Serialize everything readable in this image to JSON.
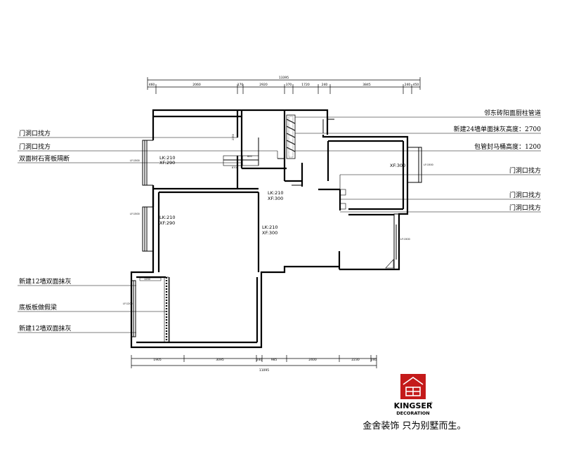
{
  "dimensions": {
    "top_total": "13395",
    "top_segments": [
      "460",
      "2060",
      "170",
      "2920",
      "370",
      "1720",
      "240",
      "3845",
      "240",
      "450"
    ],
    "bottom_total": "11095",
    "bottom_segments": [
      "1905",
      "3095",
      "240",
      "985",
      "2400",
      "2230",
      "240"
    ]
  },
  "annotations_left": [
    "门洞口找方",
    "门洞口找方",
    "双面树石膏板隔断",
    "新建12墙双面抹灰",
    "底板板做假梁",
    "新建12墙双面抹灰"
  ],
  "annotations_right": [
    "邻东砖阳面厨柱管道",
    "新建24墙单面抹灰高度：2700",
    "包管封马桶高度：1200",
    "门洞口找方",
    "门洞口找方",
    "门洞口找方"
  ],
  "room_labels": {
    "r1_lk": "LK:210",
    "r1_xf": "XF:290",
    "r2_lk": "LK:210",
    "r2_xf": "XF:290",
    "r3_xf": "XF:300",
    "hall_lk": "LK:210",
    "hall_xf": "XF:300",
    "liv_lk": "LK:210",
    "liv_xf": "XF:300"
  },
  "small_dims": {
    "bath_v": "2350",
    "bath_a": "870",
    "bath_b": "600",
    "win_left1": "LF:1500",
    "win_left2": "LF:1500",
    "win_left3": "LF:1200",
    "win_right1": "LF:1500",
    "win_right2": "LF:1500",
    "bedroom_top": "1250"
  },
  "brand": {
    "name": "KINGSER",
    "reg": "®",
    "sub": "DECORATION",
    "slogan": "金舍装饰 只为别墅而生。",
    "color": "#c41a1a"
  }
}
